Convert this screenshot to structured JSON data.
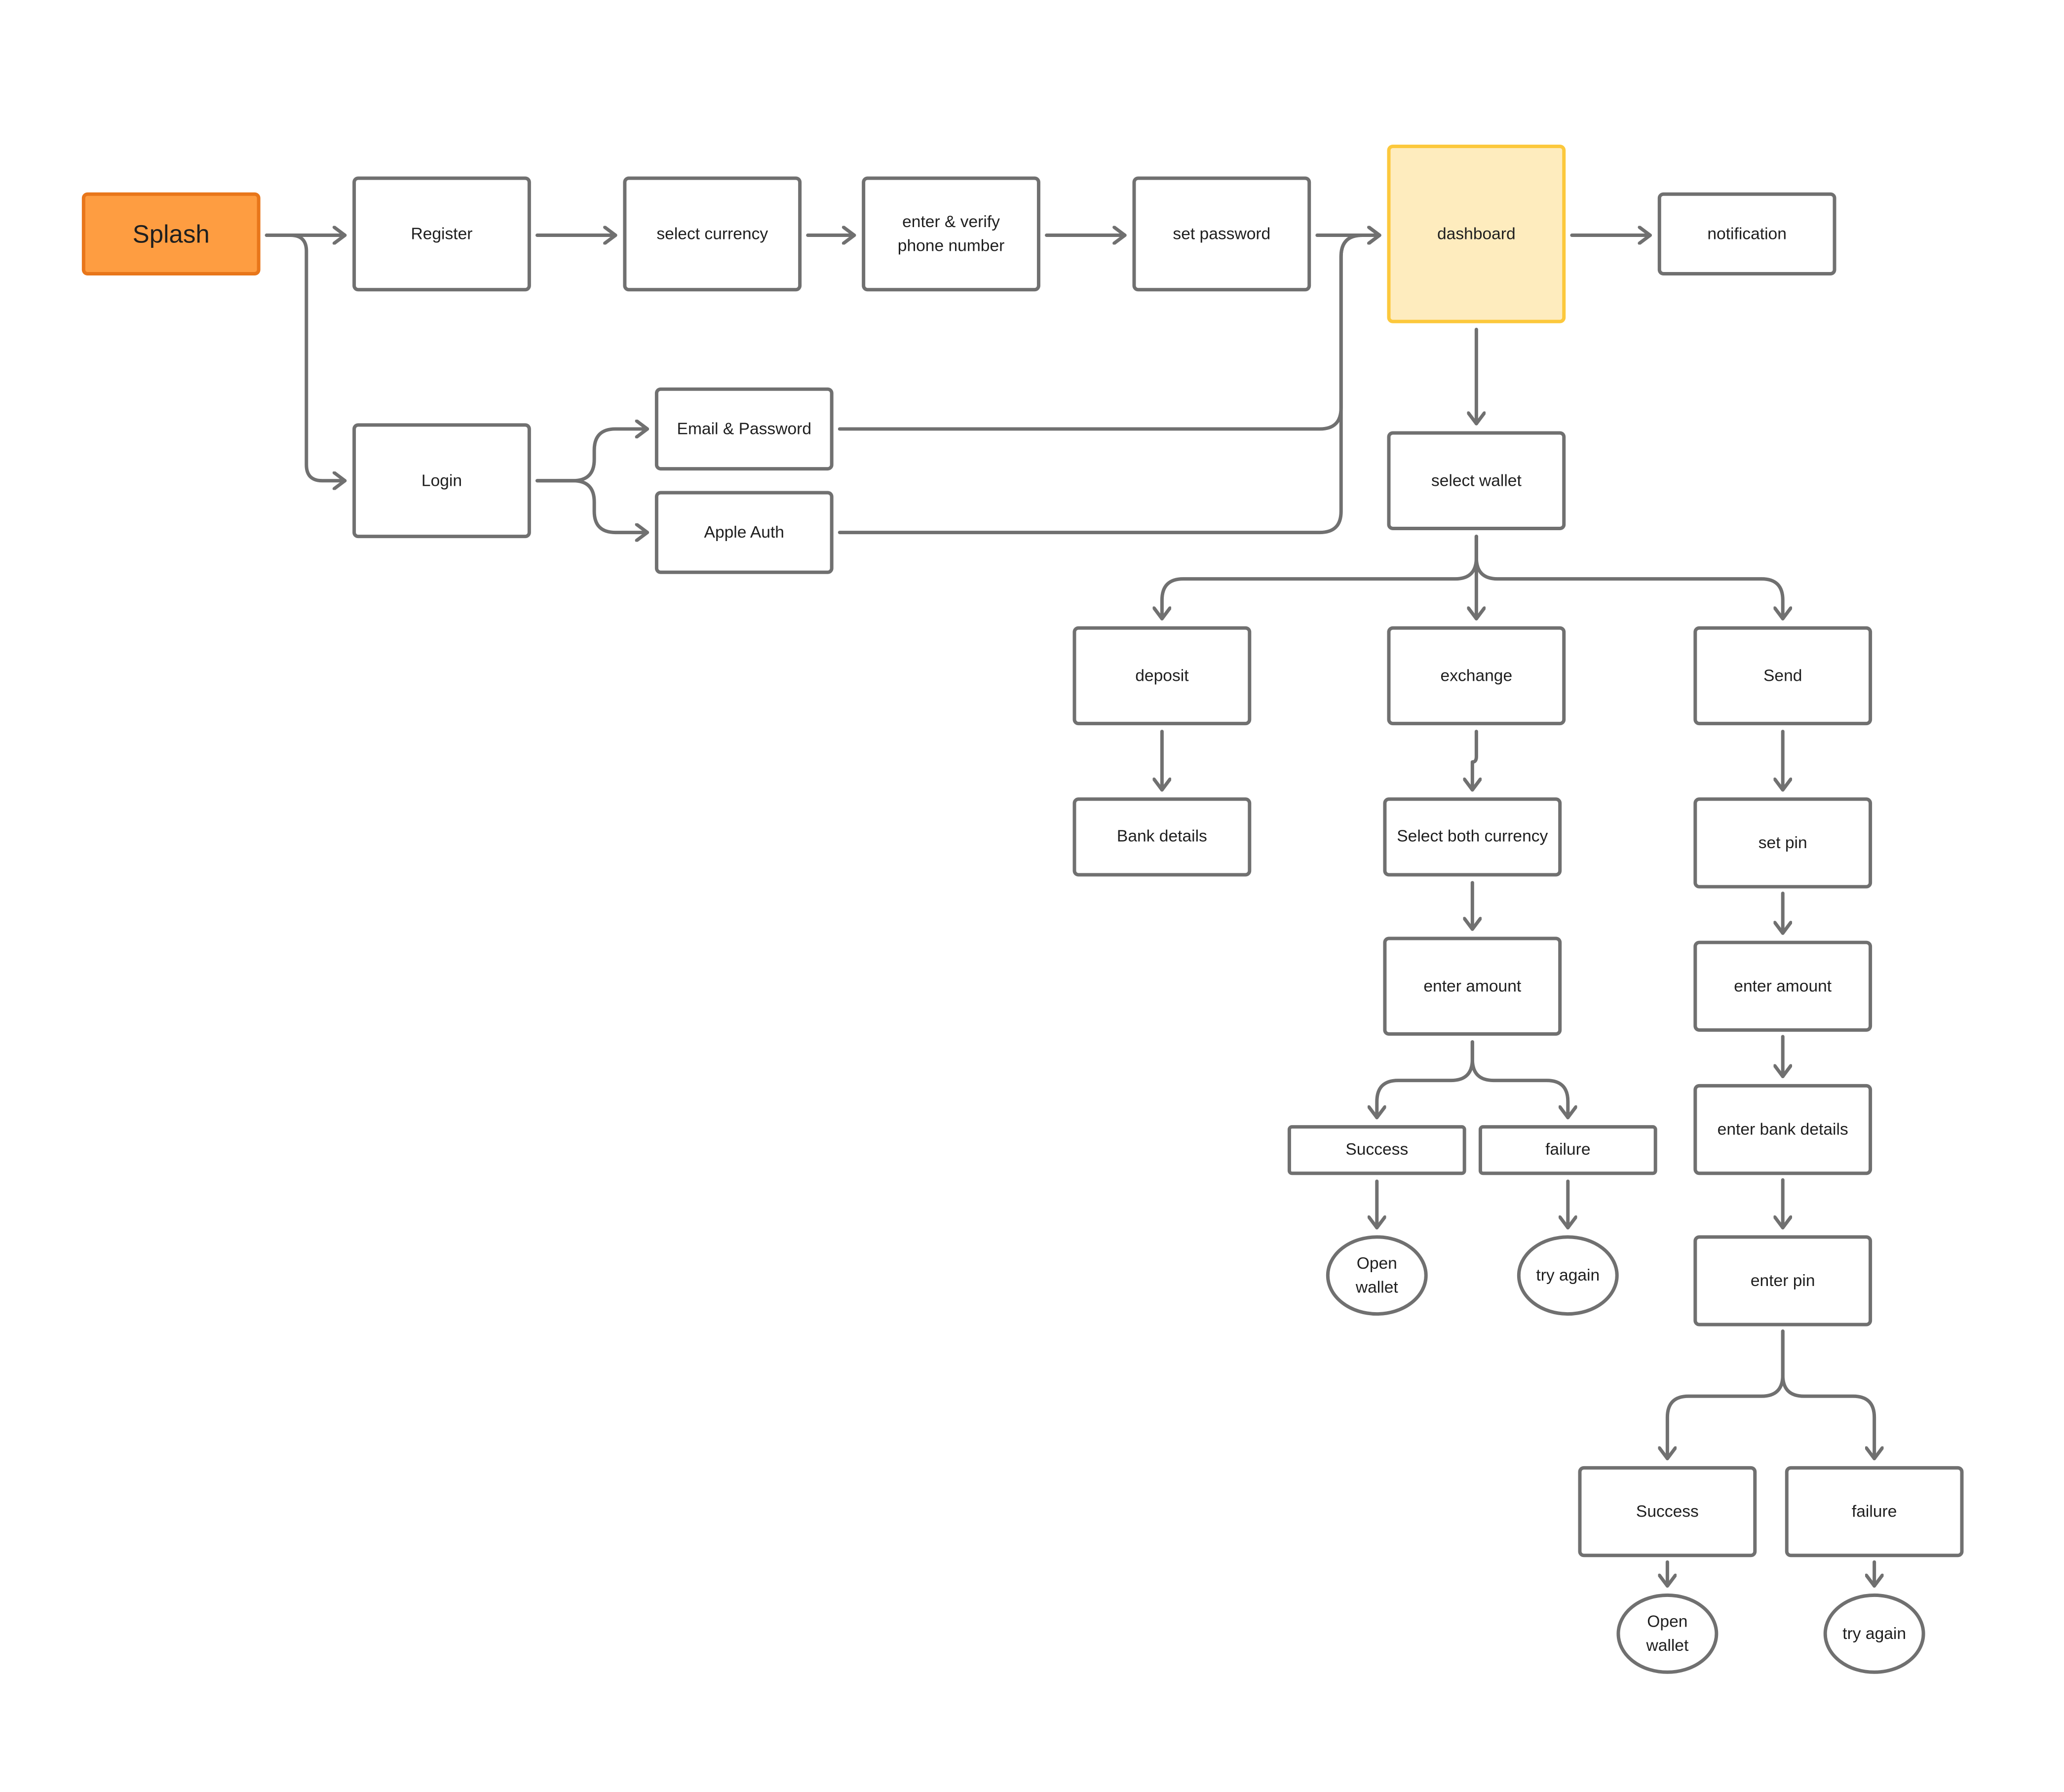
{
  "colors": {
    "background": "#ffffff",
    "stroke": "#707070",
    "text": "#1f1f1f",
    "splash_fill": "#fe9d41",
    "splash_stroke": "#e8761a",
    "dashboard_fill": "#feecbe",
    "dashboard_stroke": "#fcc83c"
  },
  "nodes": {
    "splash": "Splash",
    "register": "Register",
    "select_currency": "select currency",
    "verify_phone": [
      "enter & verify",
      "phone number"
    ],
    "set_password": "set password",
    "dashboard": "dashboard",
    "notification": "notification",
    "login": "Login",
    "email_password": "Email & Password",
    "apple_auth": "Apple Auth",
    "select_wallet": "select wallet",
    "deposit": "deposit",
    "exchange": "exchange",
    "send": "Send",
    "bank_details": "Bank details",
    "select_both_currency": "Select both currency",
    "exchange_enter_amount": "enter amount",
    "exchange_success": "Success",
    "exchange_failure": "failure",
    "exchange_open_wallet": [
      "Open",
      "wallet"
    ],
    "exchange_try_again": "try again",
    "set_pin": "set pin",
    "send_enter_amount": "enter amount",
    "enter_bank_details": "enter bank details",
    "enter_pin": "enter pin",
    "send_success": "Success",
    "send_failure": "failure",
    "send_open_wallet": [
      "Open",
      "wallet"
    ],
    "send_try_again": "try again"
  }
}
